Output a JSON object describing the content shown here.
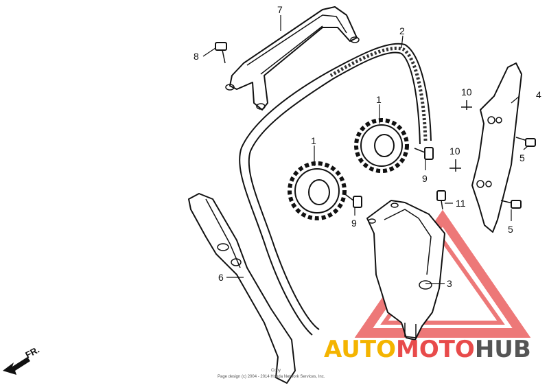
{
  "callouts": {
    "c1a": "1",
    "c1b": "1",
    "c2": "2",
    "c3": "3",
    "c4": "4",
    "c5a": "5",
    "c5b": "5",
    "c6": "6",
    "c7": "7",
    "c8": "8",
    "c9a": "9",
    "c9b": "9",
    "c10a": "10",
    "c10b": "10",
    "c11": "11"
  },
  "direction_label": "FR.",
  "footer": {
    "line1": "Copy",
    "line2": "Page design (c) 2004 - 2014 Honda Network Services, Inc."
  },
  "watermark": {
    "part1": "AUTO",
    "part2": "MOTO",
    "part3": "HUB",
    "color_primary": "#f4b400",
    "color_secondary": "#e84b4b",
    "color_tertiary": "#555555"
  },
  "icons": {
    "direction": "arrow-left-icon",
    "logo": "triangle-logo-icon"
  }
}
